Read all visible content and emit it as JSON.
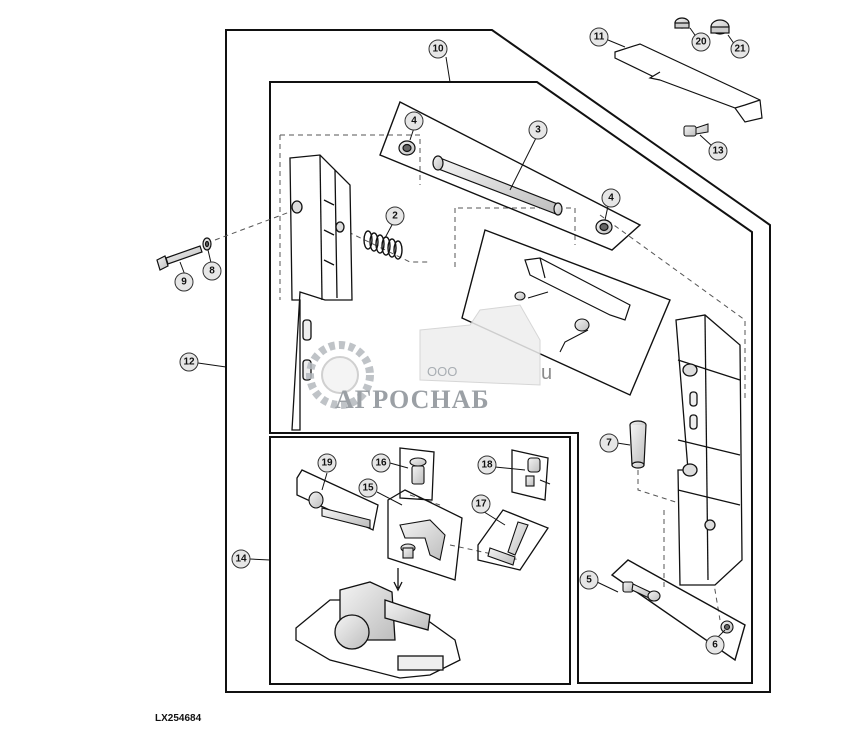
{
  "drawing": {
    "reference_code": "LX254684"
  },
  "watermark": {
    "company_form": "ООО",
    "brand": "АГРОСНАБ",
    "fragment": "u"
  },
  "callouts": [
    {
      "id": "10",
      "label": "10"
    },
    {
      "id": "11",
      "label": "11"
    },
    {
      "id": "20",
      "label": "20"
    },
    {
      "id": "21",
      "label": "21"
    },
    {
      "id": "13",
      "label": "13"
    },
    {
      "id": "4a",
      "label": "4"
    },
    {
      "id": "3",
      "label": "3"
    },
    {
      "id": "4b",
      "label": "4"
    },
    {
      "id": "2",
      "label": "2"
    },
    {
      "id": "8",
      "label": "8"
    },
    {
      "id": "9",
      "label": "9"
    },
    {
      "id": "12",
      "label": "12"
    },
    {
      "id": "7",
      "label": "7"
    },
    {
      "id": "19",
      "label": "19"
    },
    {
      "id": "16",
      "label": "16"
    },
    {
      "id": "18",
      "label": "18"
    },
    {
      "id": "15",
      "label": "15"
    },
    {
      "id": "17",
      "label": "17"
    },
    {
      "id": "14",
      "label": "14"
    },
    {
      "id": "5",
      "label": "5"
    },
    {
      "id": "6",
      "label": "6"
    }
  ]
}
